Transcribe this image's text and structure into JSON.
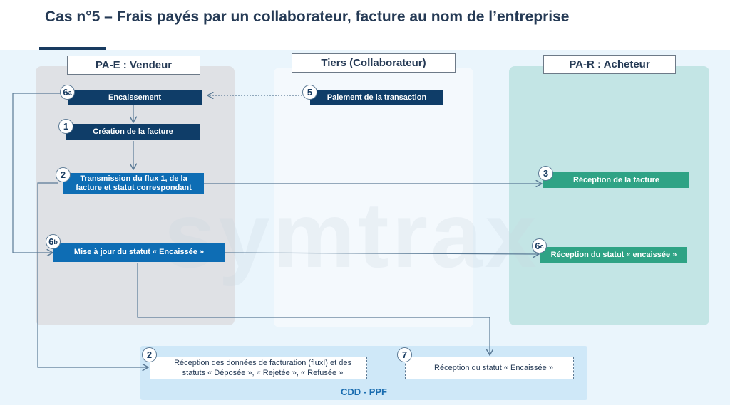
{
  "title": "Cas n°5 – Frais payés par un collaborateur, facture au nom de l’entreprise",
  "watermark": "symtrax",
  "lanes": {
    "vendeur": "PA-E : Vendeur",
    "tiers": "Tiers (Collaborateur)",
    "acheteur": "PA-R : Acheteur"
  },
  "steps": {
    "encaissement": {
      "num": "6",
      "sub": "a",
      "label": "Encaissement"
    },
    "creation": {
      "num": "1",
      "label": "Création de la facture"
    },
    "transmission": {
      "num": "2",
      "label": "Transmission du flux 1, de la facture et statut correspondant"
    },
    "miseajour": {
      "num": "6",
      "sub": "b",
      "label": "Mise à jour du statut « Encaissée »"
    },
    "paiement": {
      "num": "5",
      "label": "Paiement de la transaction"
    },
    "reception_facture": {
      "num": "3",
      "label": "Réception de la facture"
    },
    "reception_statut": {
      "num": "6",
      "sub": "c",
      "label": "Réception du statut « encaissée »"
    },
    "ppf_donnees": {
      "num": "2",
      "label": "Réception des données de facturation (fluxI) et des statuts « Déposée », « Rejetée », « Refusée »"
    },
    "ppf_statut": {
      "num": "7",
      "label": "Réception du statut « Encaissée »"
    }
  },
  "ppf_label": "CDD - PPF",
  "colors": {
    "navy": "#0f3d68",
    "blue": "#0e6db4",
    "green": "#2fa385"
  }
}
